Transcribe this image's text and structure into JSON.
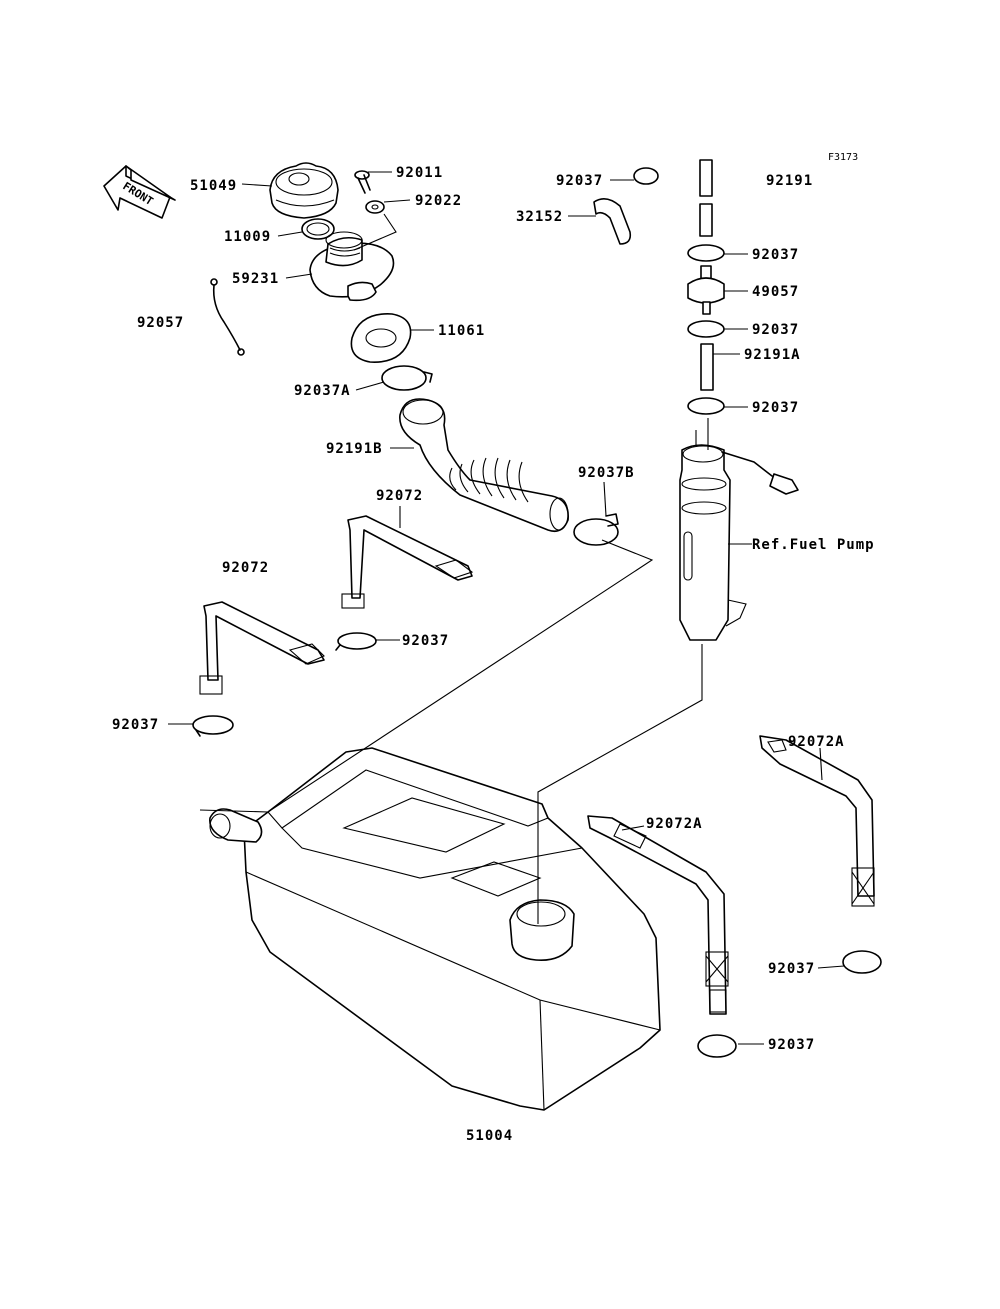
{
  "figure_code": "F3173",
  "front_marker": "FRONT",
  "labels": {
    "cap": "51049",
    "gasket_cap": "11009",
    "filler_neck": "59231",
    "ground_wire": "92057",
    "bolt": "92011",
    "washer": "92022",
    "neck_gasket": "11061",
    "clamp_a": "92037A",
    "hose_b": "92191B",
    "clamp_b": "92037B",
    "band_upper": "92072",
    "band_left": "92072",
    "clamp_band_mid": "92037",
    "clamp_band_left": "92037",
    "clamp_top": "92037",
    "vent_hose": "32152",
    "tube_top": "92191",
    "clamp_valve_top": "92037",
    "check_valve": "49057",
    "clamp_valve_bottom": "92037",
    "tube_a": "92191A",
    "clamp_pump": "92037",
    "fuel_pump_ref": "Ref.Fuel Pump",
    "band_right_mid": "92072A",
    "band_right_far": "92072A",
    "clamp_right_far": "92037",
    "clamp_right_mid": "92037",
    "tank": "51004"
  }
}
